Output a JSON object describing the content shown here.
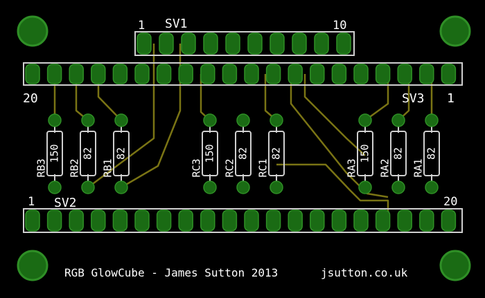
{
  "colors": {
    "background": "#000000",
    "outline": "#cfcfcf",
    "pad": "#1a6b14",
    "pad_border": "#2f8f26",
    "trace": "#7a7414",
    "text": "#ffffff"
  },
  "headers": {
    "sv1": {
      "name": "SV1",
      "first_pin": "1",
      "last_pin": "10",
      "pins": 10
    },
    "sv3": {
      "name": "SV3",
      "first_pin": "20",
      "last_pin": "1",
      "pins": 20
    },
    "sv2": {
      "name": "SV2",
      "first_pin": "1",
      "last_pin": "20",
      "pins": 20
    }
  },
  "resistors": [
    {
      "name": "RB3",
      "value": "150"
    },
    {
      "name": "RB2",
      "value": "82"
    },
    {
      "name": "RB1",
      "value": "82"
    },
    {
      "name": "RC3",
      "value": "150"
    },
    {
      "name": "RC2",
      "value": "82"
    },
    {
      "name": "RC1",
      "value": "82"
    },
    {
      "name": "RA3",
      "value": "150"
    },
    {
      "name": "RA2",
      "value": "82"
    },
    {
      "name": "RA1",
      "value": "82"
    }
  ],
  "footer": {
    "credit": "RGB GlowCube - James Sutton 2013",
    "website": "jsutton.co.uk"
  }
}
